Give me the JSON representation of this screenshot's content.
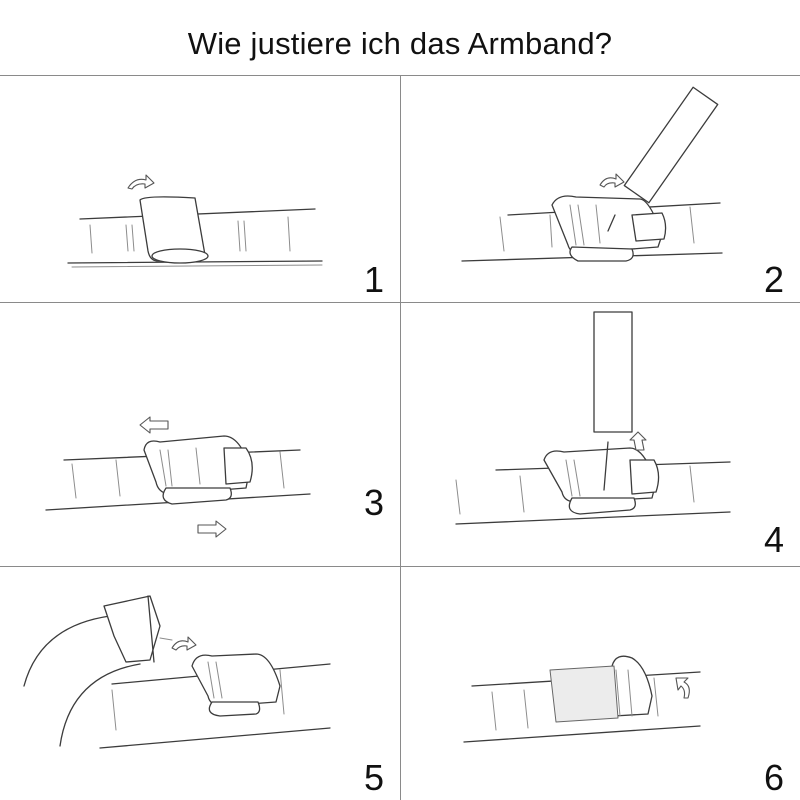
{
  "title": "Wie justiere ich das Armband?",
  "steps": [
    {
      "number": "1"
    },
    {
      "number": "2"
    },
    {
      "number": "3"
    },
    {
      "number": "4"
    },
    {
      "number": "5"
    },
    {
      "number": "6"
    }
  ]
}
